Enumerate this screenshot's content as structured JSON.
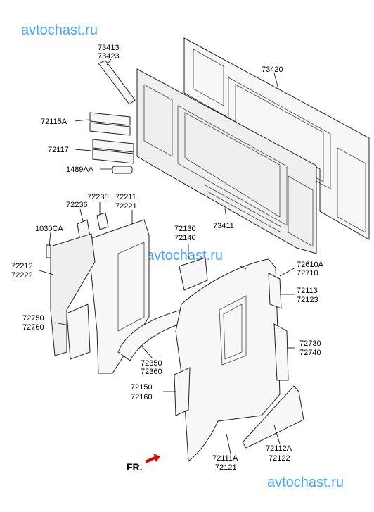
{
  "watermark_top": "avtochast.ru",
  "watermark_mid": "avtochast.ru",
  "watermark_bottom": "avtochast.ru",
  "watermark_color": "#4aa3ff",
  "direction_label": "FR.",
  "arrow_color": "#e00000",
  "labels": {
    "l73413": "73413",
    "l73423": "73423",
    "l73420": "73420",
    "l72115A": "72115A",
    "l72117": "72117",
    "l1489AA": "1489AA",
    "l72235": "72235",
    "l72211": "72211",
    "l72236": "72236",
    "l72221": "72221",
    "l1030CA": "1030CA",
    "l72130": "72130",
    "l72140": "72140",
    "l73411": "73411",
    "l72212": "72212",
    "l72222": "72222",
    "l72610A": "72610A",
    "l72710": "72710",
    "l72113": "72113",
    "l72123": "72123",
    "l72750": "72750",
    "l72760": "72760",
    "l72730": "72730",
    "l72740": "72740",
    "l72350": "72350",
    "l72360": "72360",
    "l72150": "72150",
    "l72160": "72160",
    "l72112A": "72112A",
    "l72122": "72122",
    "l72111A": "72111A",
    "l72121": "72121"
  }
}
